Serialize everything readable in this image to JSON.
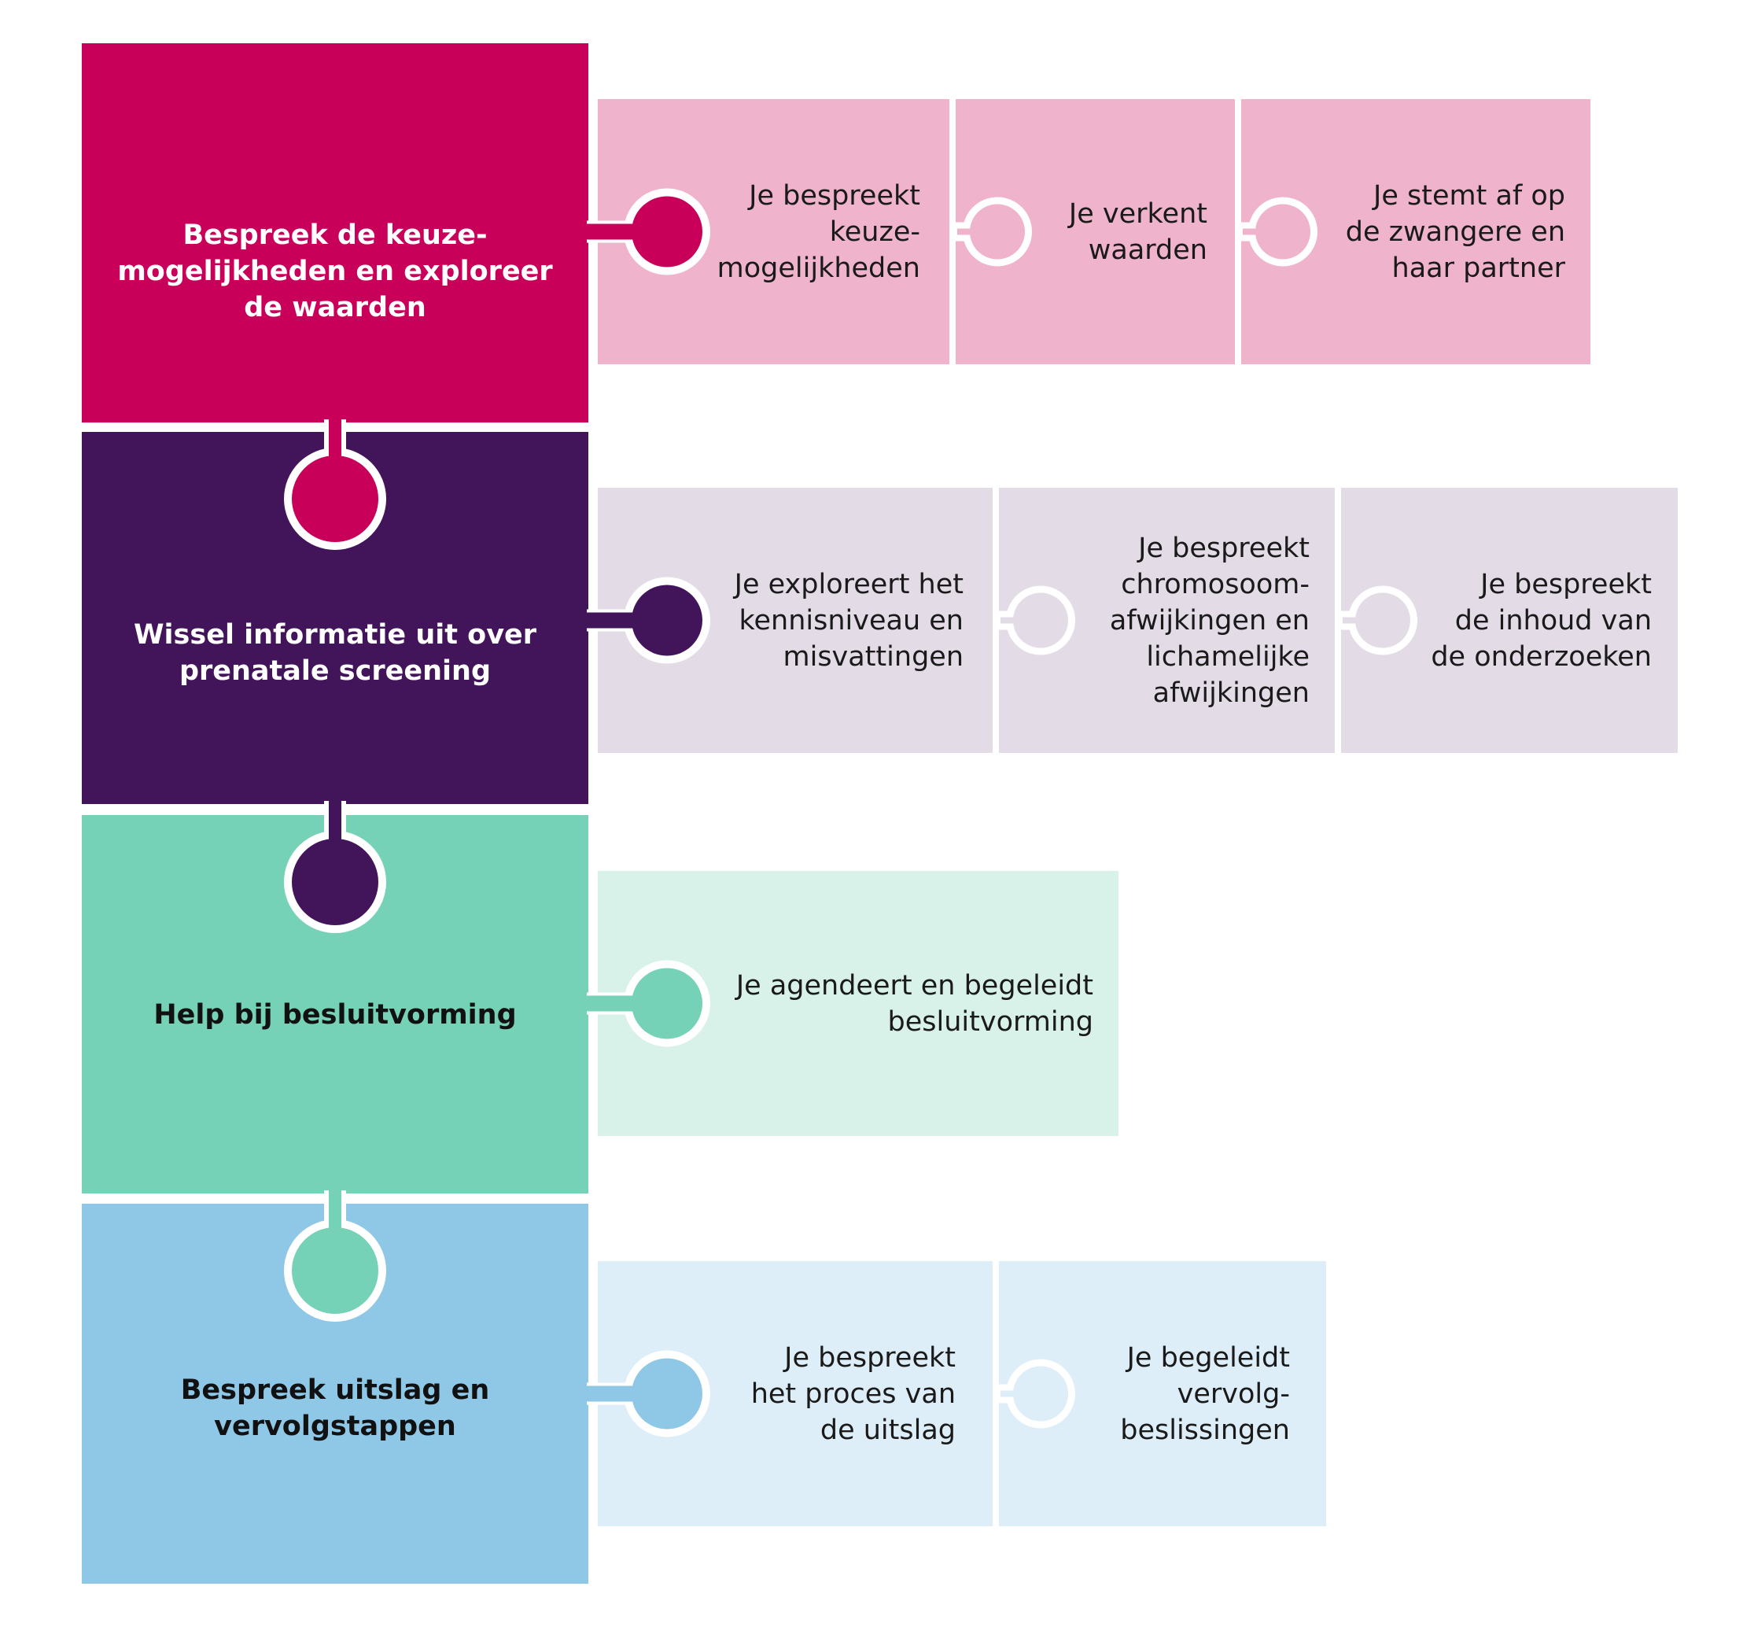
{
  "colors": {
    "pink_dark": "#C8005A",
    "purple_dark": "#42145A",
    "green_dark": "#76D2B6",
    "blue_dark": "#8FC8E6",
    "pink_light": "#EFB4CC",
    "purple_light": "#E3DCE7",
    "green_light": "#D8F1E9",
    "blue_light": "#DDEEF8",
    "white": "#FFFFFF"
  },
  "rows": [
    {
      "title": "Bespreek de keuze-\nmogelijkheden en exploreer\nde waarden",
      "title_color": "#FFFFFF",
      "steps": [
        {
          "label": "Je bespreekt\nkeuze-\nmogelijkheden"
        },
        {
          "label": "Je verkent\nwaarden"
        },
        {
          "label": "Je stemt af op\nde zwangere en\nhaar partner"
        }
      ]
    },
    {
      "title": "Wissel informatie uit over\nprenatale screening",
      "title_color": "#FFFFFF",
      "steps": [
        {
          "label": "Je exploreert het\nkennisniveau en\nmisvattingen"
        },
        {
          "label": "Je bespreekt\nchromosoom-\nafwijkingen en\nlichamelijke\nafwijkingen"
        },
        {
          "label": "Je bespreekt\nde inhoud van\nde onderzoeken"
        }
      ]
    },
    {
      "title": "Help bij besluitvorming",
      "title_color": "#111111",
      "steps": [
        {
          "label": "Je agendeert en begeleidt\nbesluitvorming"
        }
      ]
    },
    {
      "title": "Bespreek uitslag en\nvervolgstappen",
      "title_color": "#111111",
      "steps": [
        {
          "label": "Je bespreekt\nhet proces van\nde uitslag"
        },
        {
          "label": "Je begeleidt\nvervolg-\nbeslissingen"
        }
      ]
    }
  ]
}
